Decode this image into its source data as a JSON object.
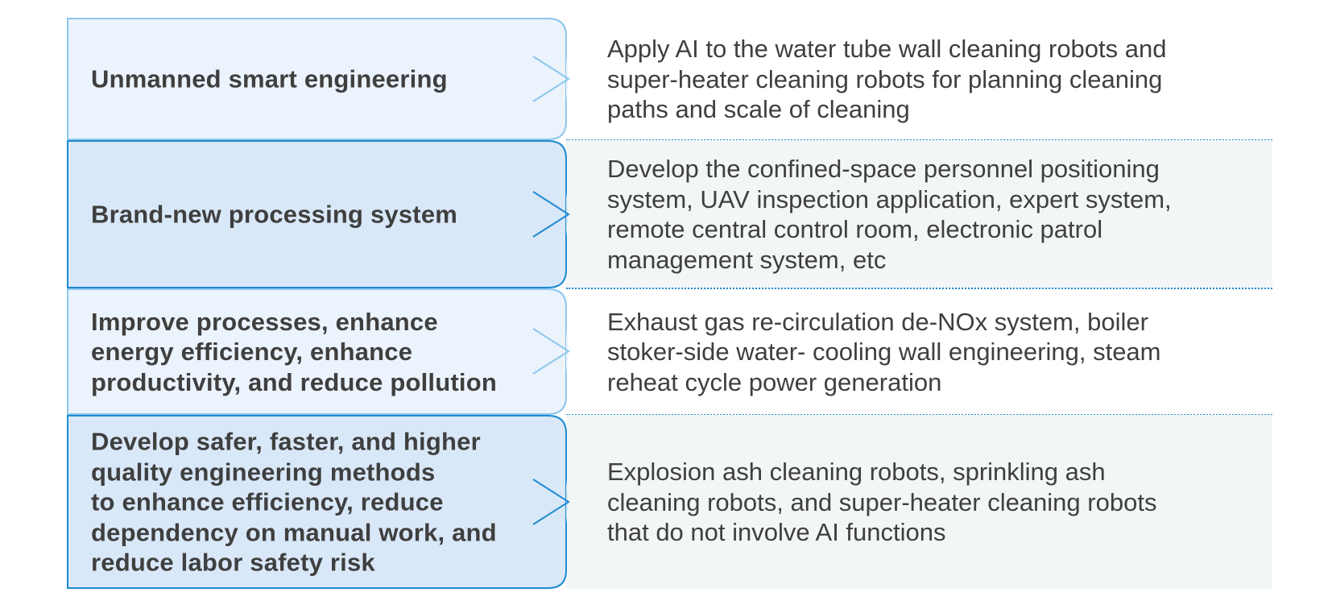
{
  "colors": {
    "box_light": "#ebf3fc",
    "box_dark": "#d9e8f8",
    "box_border": "#1f8bcf",
    "arrow_light": "#8dc7ec",
    "row_shade": "#f3f6f6",
    "separator": "#1f8bcf",
    "text": "#3f3f3f"
  },
  "rows": [
    {
      "title_lines": [
        "Unmanned smart engineering"
      ],
      "description_lines": [
        "Apply AI to the water tube wall cleaning robots and",
        "super-heater cleaning robots for planning cleaning",
        "paths and scale of cleaning"
      ]
    },
    {
      "title_lines": [
        "Brand-new processing system"
      ],
      "description_lines": [
        "Develop the confined-space personnel positioning",
        "system, UAV inspection application, expert system,",
        "remote central control room, electronic patrol",
        "management system, etc"
      ]
    },
    {
      "title_lines": [
        "Improve processes, enhance",
        "energy efficiency, enhance",
        "productivity, and reduce pollution"
      ],
      "description_lines": [
        "Exhaust gas re-circulation de-NOx system, boiler",
        "stoker-side water- cooling wall engineering, steam",
        "reheat cycle power generation"
      ]
    },
    {
      "title_lines": [
        "Develop safer, faster, and higher",
        "quality engineering methods",
        "to enhance efficiency, reduce",
        "dependency on manual work, and",
        "reduce labor safety risk"
      ],
      "description_lines": [
        "Explosion ash cleaning robots, sprinkling ash",
        "cleaning robots, and super-heater cleaning robots",
        "that do not involve AI functions"
      ]
    }
  ]
}
